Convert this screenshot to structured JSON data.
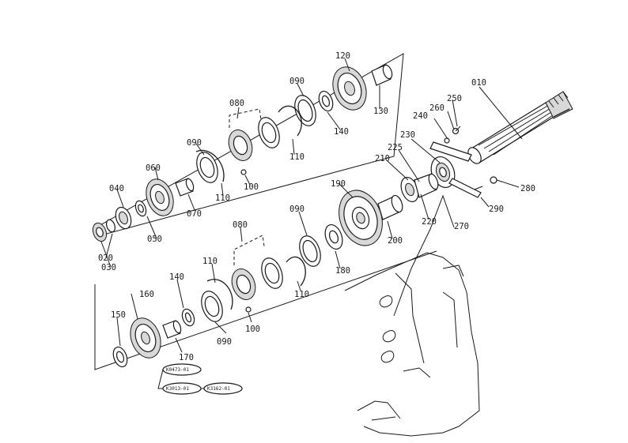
{
  "diagram": {
    "part_numbers": [
      "010",
      "020",
      "030",
      "040",
      "050",
      "060",
      "070",
      "080",
      "090",
      "100",
      "110",
      "120",
      "130",
      "140",
      "150",
      "160",
      "170",
      "180",
      "190",
      "200",
      "210",
      "220",
      "225",
      "230",
      "240",
      "250",
      "260",
      "270",
      "280",
      "290"
    ],
    "labels": {
      "p010": "010",
      "p020": "020",
      "p030": "030",
      "p040": "040",
      "p050": "050",
      "p060": "060",
      "p070": "070",
      "p080a": "080",
      "p080b": "080",
      "p090a": "090",
      "p090b": "090",
      "p090c": "090",
      "p090d": "090",
      "p100a": "100",
      "p100b": "100",
      "p110a": "110",
      "p110b": "110",
      "p110c": "110",
      "p110d": "110",
      "p120": "120",
      "p130": "130",
      "p140a": "140",
      "p140b": "140",
      "p150": "150",
      "p160": "160",
      "p170": "170",
      "p180": "180",
      "p190": "190",
      "p200": "200",
      "p210": "210",
      "p220": "220",
      "p225": "225",
      "p230": "230",
      "p240": "240",
      "p250": "250",
      "p260": "260",
      "p270": "270",
      "p280": "280",
      "p290": "290"
    },
    "reference_codes": {
      "ref1": "K0473-01",
      "ref2": "K3013-01",
      "ref3": "K3162-01"
    }
  }
}
